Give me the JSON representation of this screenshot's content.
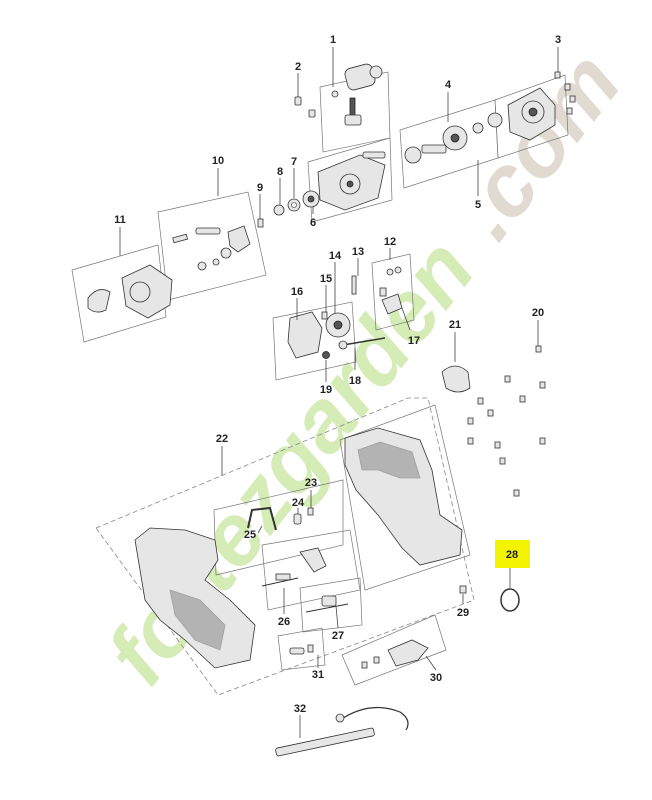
{
  "diagram": {
    "highlight_color": "#f4f400",
    "callouts": [
      "1",
      "2",
      "3",
      "4",
      "5",
      "6",
      "7",
      "8",
      "9",
      "10",
      "11",
      "12",
      "13",
      "14",
      "15",
      "16",
      "17",
      "18",
      "19",
      "20",
      "21",
      "22",
      "23",
      "24",
      "25",
      "26",
      "27",
      "28",
      "29",
      "30",
      "31",
      "32"
    ],
    "highlighted_callout": "28"
  },
  "watermark": {
    "text_main": "fortezgarden",
    "text_suffix": ".com",
    "color_main": "#c8e6a0",
    "color_suffix": "#d9d2c6",
    "accent_color": "#f6c87a"
  }
}
